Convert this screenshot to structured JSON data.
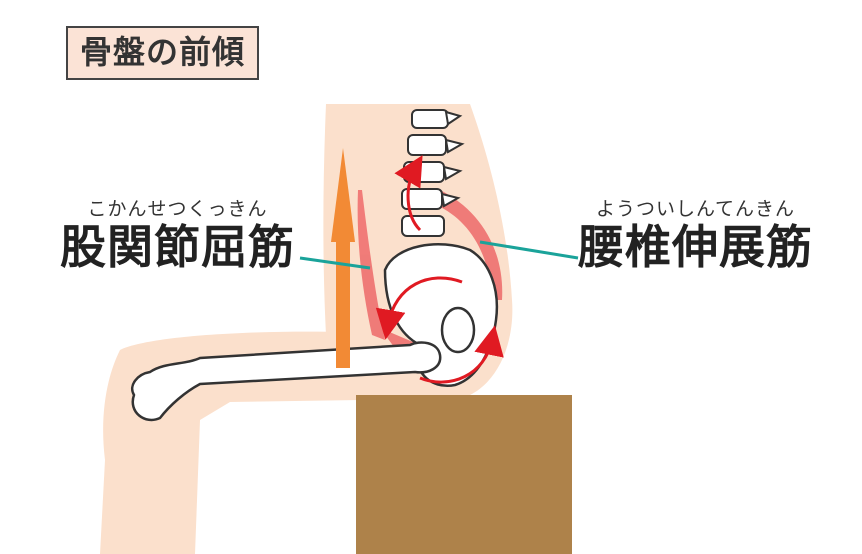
{
  "title": "骨盤の前傾",
  "labels": {
    "hip_flexor": {
      "ruby": "こかんせつくっきん",
      "text": "股関節屈筋"
    },
    "back_extensor": {
      "ruby": "ようついしんてんきん",
      "text": "腰椎伸展筋"
    }
  },
  "colors": {
    "skin": "#fbe0cc",
    "bone": "#ffffff",
    "outline": "#333333",
    "muscle": "#ee6a6a",
    "arrow_red": "#e01a22",
    "arrow_orange": "#f28a35",
    "leader_line": "#1aa39a",
    "box": "#ae824a",
    "title_bg": "#fbe3d6"
  },
  "icons": {
    "rotation": "curved-arrow",
    "force": "up-arrow"
  }
}
